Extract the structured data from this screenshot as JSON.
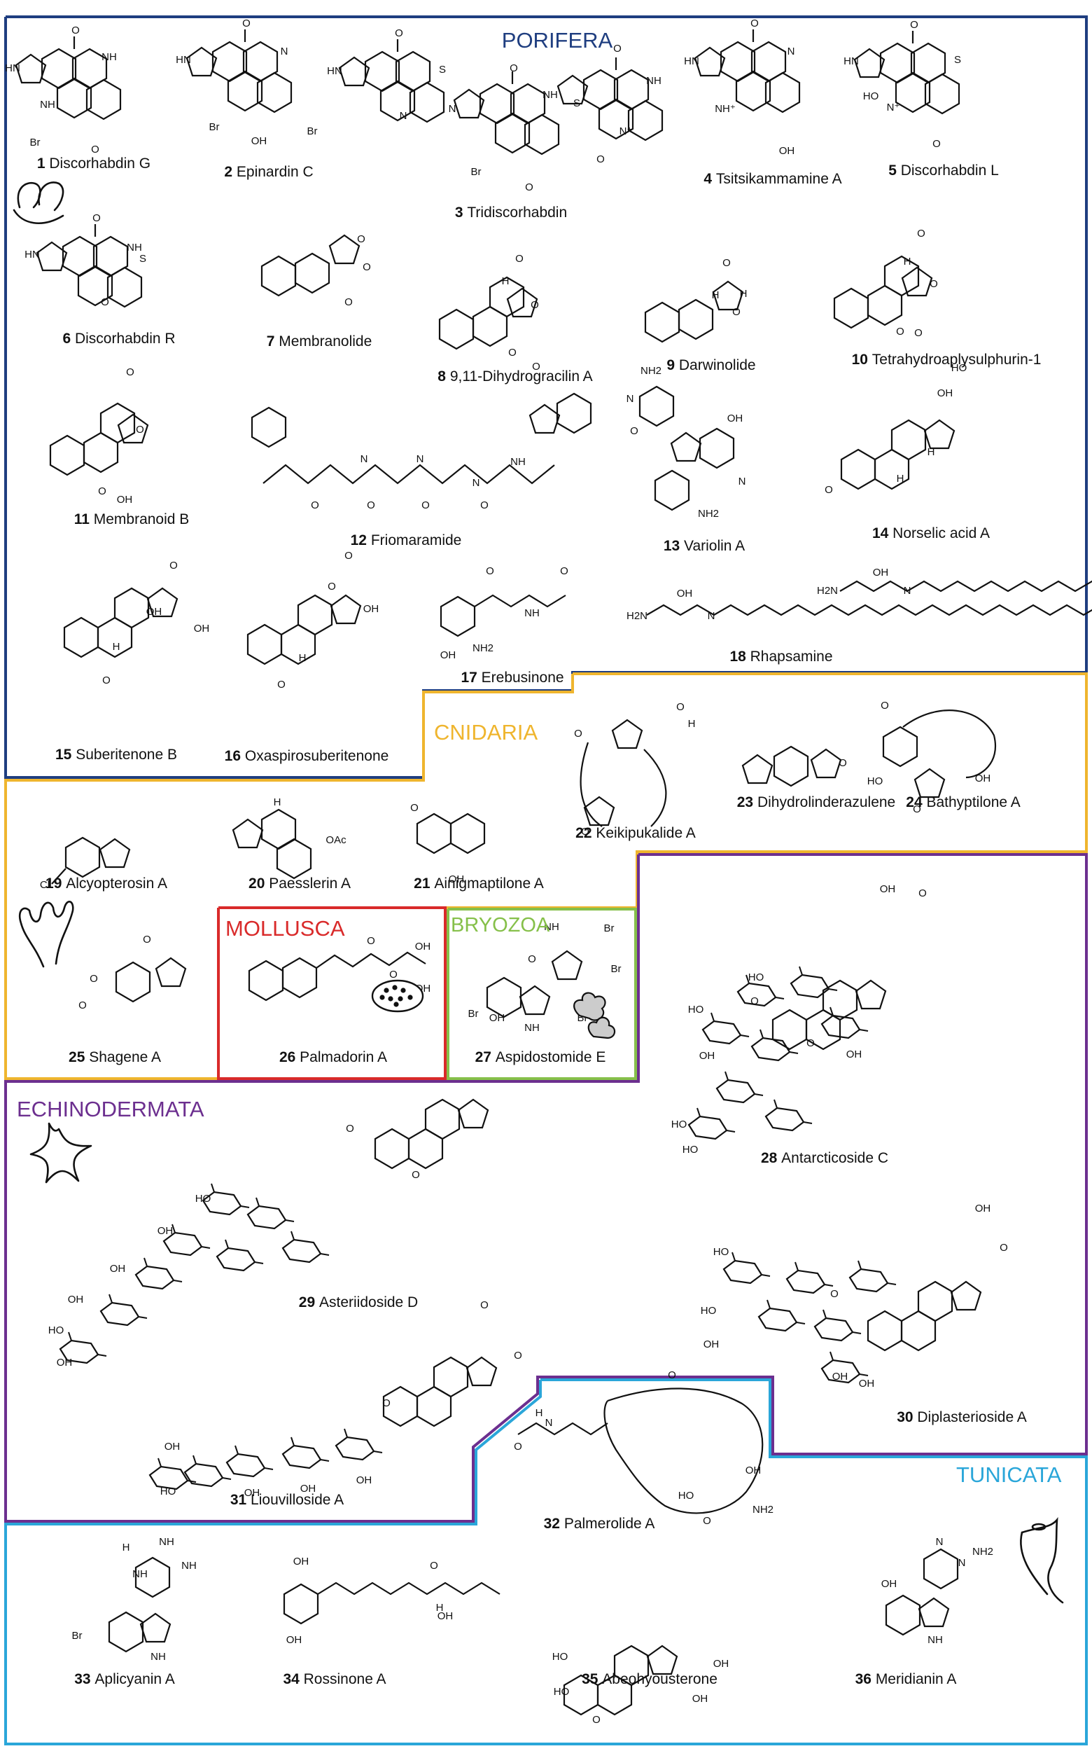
{
  "colors": {
    "porifera": "#1f3e80",
    "cnidaria": "#efb52e",
    "mollusca": "#d92a2a",
    "bryozoa": "#86c04a",
    "echinodermata": "#6c2f8f",
    "tunicata": "#2aa6d9",
    "ink": "#111111"
  },
  "groups": {
    "porifera": "PORIFERA",
    "cnidaria": "CNIDARIA",
    "mollusca": "MOLLUSCA",
    "bryozoa": "BRYOZOA",
    "echinodermata": "ECHINODERMATA",
    "tunicata": "TUNICATA"
  },
  "compounds": [
    {
      "num": "1",
      "name": "Discorhabdin G"
    },
    {
      "num": "2",
      "name": "Epinardin C"
    },
    {
      "num": "3",
      "name": "Tridiscorhabdin"
    },
    {
      "num": "4",
      "name": "Tsitsikammamine A"
    },
    {
      "num": "5",
      "name": "Discorhabdin L"
    },
    {
      "num": "6",
      "name": "Discorhabdin R"
    },
    {
      "num": "7",
      "name": "Membranolide"
    },
    {
      "num": "8",
      "name": "9,11-Dihydrogracilin A"
    },
    {
      "num": "9",
      "name": "Darwinolide"
    },
    {
      "num": "10",
      "name": "Tetrahydroaplysulphurin-1"
    },
    {
      "num": "11",
      "name": "Membranoid B"
    },
    {
      "num": "12",
      "name": "Friomaramide"
    },
    {
      "num": "13",
      "name": "Variolin A"
    },
    {
      "num": "14",
      "name": "Norselic acid A"
    },
    {
      "num": "15",
      "name": "Suberitenone B"
    },
    {
      "num": "16",
      "name": "Oxaspirosuberitenone"
    },
    {
      "num": "17",
      "name": "Erebusinone"
    },
    {
      "num": "18",
      "name": "Rhapsamine"
    },
    {
      "num": "19",
      "name": "Alcyopterosin A"
    },
    {
      "num": "20",
      "name": "Paesslerin A"
    },
    {
      "num": "21",
      "name": "Ainigmaptilone A"
    },
    {
      "num": "22",
      "name": "Keikipukalide A"
    },
    {
      "num": "23",
      "name": "Dihydrolinderazulene"
    },
    {
      "num": "24",
      "name": "Bathyptilone A"
    },
    {
      "num": "25",
      "name": "Shagene A"
    },
    {
      "num": "26",
      "name": "Palmadorin A"
    },
    {
      "num": "27",
      "name": "Aspidostomide E"
    },
    {
      "num": "28",
      "name": "Antarcticoside C"
    },
    {
      "num": "29",
      "name": "Asteriidoside D"
    },
    {
      "num": "30",
      "name": "Diplasterioside A"
    },
    {
      "num": "31",
      "name": "Liouvilloside A"
    },
    {
      "num": "32",
      "name": "Palmerolide A"
    },
    {
      "num": "33",
      "name": "Aplicyanin A"
    },
    {
      "num": "34",
      "name": "Rossinone A"
    },
    {
      "num": "35",
      "name": "Abeohyousterone"
    },
    {
      "num": "36",
      "name": "Meridianin A"
    }
  ],
  "atoms": {
    "hn": "HN",
    "nh": "NH",
    "n": "N",
    "o": "O",
    "s": "S",
    "br": "Br",
    "oh": "OH",
    "ho": "HO",
    "h": "H",
    "nh2": "NH2",
    "h2n": "H2N",
    "oac": "OAc",
    "cl": "Cl",
    "nhp": "NH⁺",
    "np": "N⁺"
  }
}
